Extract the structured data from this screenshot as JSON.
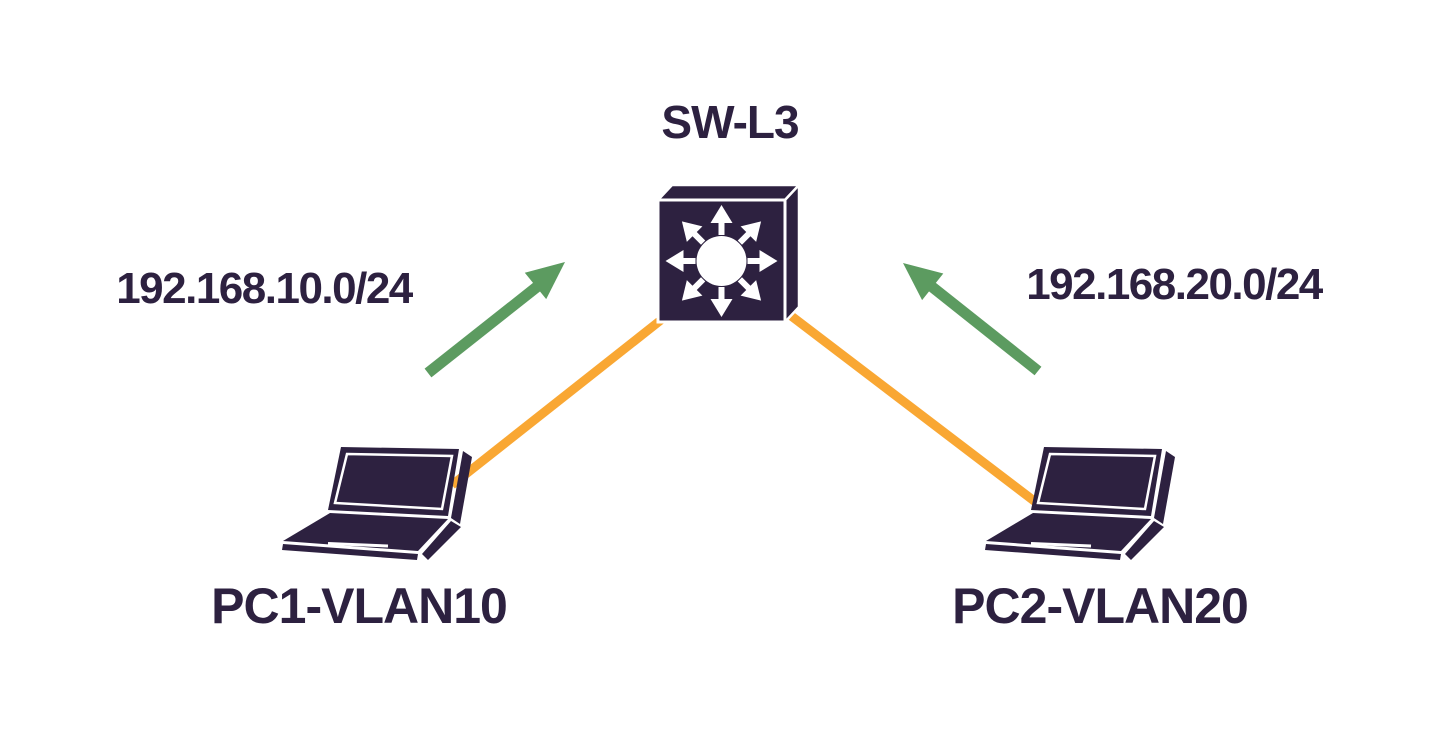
{
  "diagram": {
    "background": "#FFFFFF",
    "colors": {
      "node_ink": "#2D2140",
      "link_line": "#F9A733",
      "route_arrow": "#5C9B60",
      "icon_detail": "#FFFFFF"
    },
    "nodes": [
      {
        "id": "sw-l3",
        "type": "layer3-switch",
        "label": "SW-L3"
      },
      {
        "id": "pc1",
        "type": "laptop",
        "label": "PC1-VLAN10"
      },
      {
        "id": "pc2",
        "type": "laptop",
        "label": "PC2-VLAN20"
      }
    ],
    "links": [
      {
        "from": "PC1-VLAN10",
        "to": "SW-L3",
        "style": "solid",
        "color": "#F9A733"
      },
      {
        "from": "PC2-VLAN20",
        "to": "SW-L3",
        "style": "solid",
        "color": "#F9A733"
      }
    ],
    "annotations": [
      {
        "text": "192.168.10.0/24",
        "side": "left",
        "arrow_direction": "up-right",
        "color": "#5C9B60"
      },
      {
        "text": "192.168.20.0/24",
        "side": "right",
        "arrow_direction": "up-left",
        "color": "#5C9B60"
      }
    ]
  }
}
